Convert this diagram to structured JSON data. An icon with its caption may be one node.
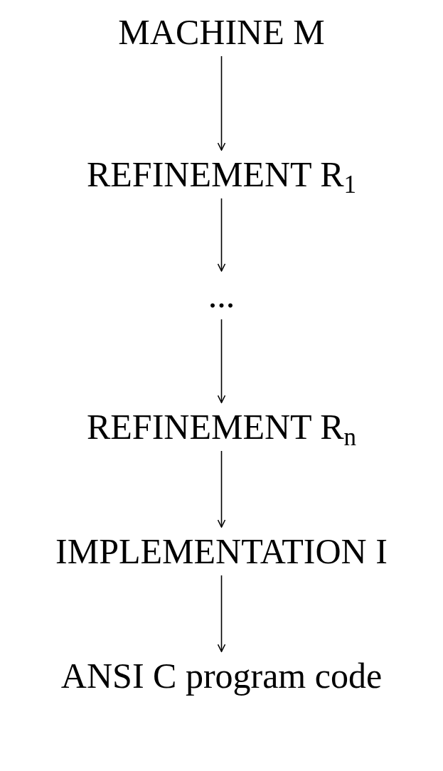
{
  "diagram": {
    "nodes": [
      {
        "text": [
          "MACHINE M"
        ]
      },
      {
        "text": [
          "REFINEMENT R$_{1}$"
        ]
      },
      {
        "text": [
          "..."
        ]
      },
      {
        "text": [
          "REFINEMENT R$_{n}$"
        ]
      },
      {
        "text": [
          "IMPLEMENTATION I"
        ]
      },
      {
        "text": [
          "ANSI C program code"
        ]
      }
    ],
    "edges": [
      {
        "from": 0,
        "to": 1,
        "arrow": "to"
      },
      {
        "from": 1,
        "to": 2,
        "arrow": "to"
      },
      {
        "from": 2,
        "to": 3,
        "arrow": "to"
      },
      {
        "from": 3,
        "to": 4,
        "arrow": "to"
      },
      {
        "from": 4,
        "to": 5,
        "arrow": "to"
      }
    ]
  }
}
